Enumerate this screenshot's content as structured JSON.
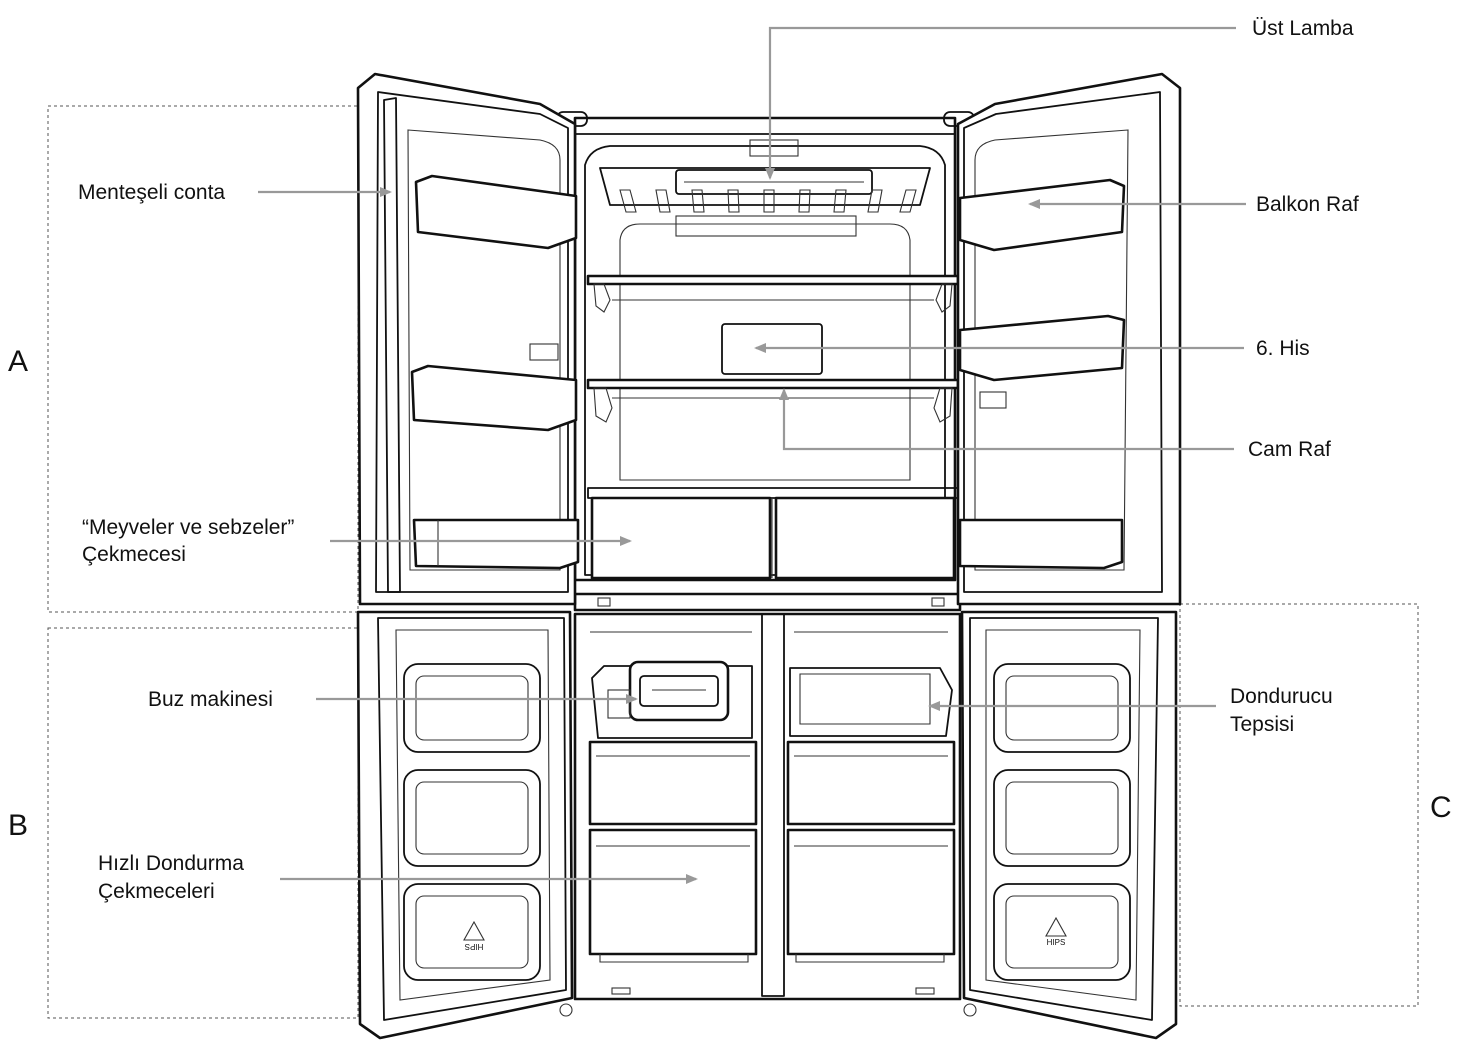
{
  "diagram": {
    "zones": {
      "a": "A",
      "b": "B",
      "c": "C"
    },
    "labels": {
      "ust_lamba": "Üst Lamba",
      "menteseli_conta": "Menteşeli conta",
      "balkon_raf": "Balkon Raf",
      "alti_his": "6. His",
      "cam_raf": "Cam Raf",
      "meyveler_line1": "“Meyveler ve sebzeler”",
      "meyveler_line2": "Çekmecesi",
      "buz_makinesi": "Buz makinesi",
      "dondurucu_line1": "Dondurucu",
      "dondurucu_line2": "Tepsisi",
      "hizli_line1": "Hızlı Dondurma",
      "hizli_line2": "Çekmeceleri"
    },
    "recycle_marks": {
      "left": "HIPS",
      "right": "HIPS"
    }
  }
}
